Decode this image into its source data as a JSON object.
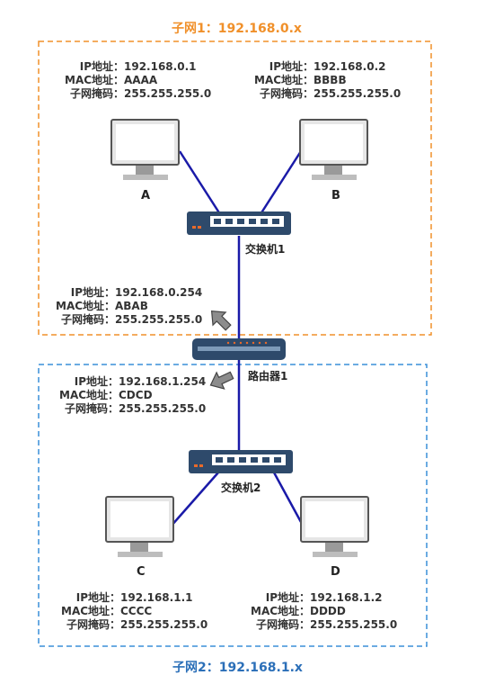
{
  "colors": {
    "subnet1": "#f0902a",
    "subnet2": "#3a8fd8",
    "link": "#1a1aa8",
    "device": "#2e4a6b",
    "port": "#ffffff",
    "led": "#e86a2a"
  },
  "subnet1": {
    "title": "子网1：192.168.0.x",
    "hostA": {
      "label": "A",
      "ip_key": "IP地址：",
      "ip": "192.168.0.1",
      "mac_key": "MAC地址：",
      "mac": "AAAA",
      "mask_key": "子网掩码：",
      "mask": "255.255.255.0"
    },
    "hostB": {
      "label": "B",
      "ip_key": "IP地址：",
      "ip": "192.168.0.2",
      "mac_key": "MAC地址：",
      "mac": "BBBB",
      "mask_key": "子网掩码：",
      "mask": "255.255.255.0"
    },
    "switch_label": "交换机1",
    "gateway": {
      "ip_key": "IP地址：",
      "ip": "192.168.0.254",
      "mac_key": "MAC地址：",
      "mac": "ABAB",
      "mask_key": "子网掩码：",
      "mask": "255.255.255.0"
    }
  },
  "router_label": "路由器1",
  "subnet2": {
    "title": "子网2：192.168.1.x",
    "gateway": {
      "ip_key": "IP地址：",
      "ip": "192.168.1.254",
      "mac_key": "MAC地址：",
      "mac": "CDCD",
      "mask_key": "子网掩码：",
      "mask": "255.255.255.0"
    },
    "switch_label": "交换机2",
    "hostC": {
      "label": "C",
      "ip_key": "IP地址：",
      "ip": "192.168.1.1",
      "mac_key": "MAC地址：",
      "mac": "CCCC",
      "mask_key": "子网掩码：",
      "mask": "255.255.255.0"
    },
    "hostD": {
      "label": "D",
      "ip_key": "IP地址：",
      "ip": "192.168.1.2",
      "mac_key": "MAC地址：",
      "mac": "DDDD",
      "mask_key": "子网掩码：",
      "mask": "255.255.255.0"
    }
  }
}
